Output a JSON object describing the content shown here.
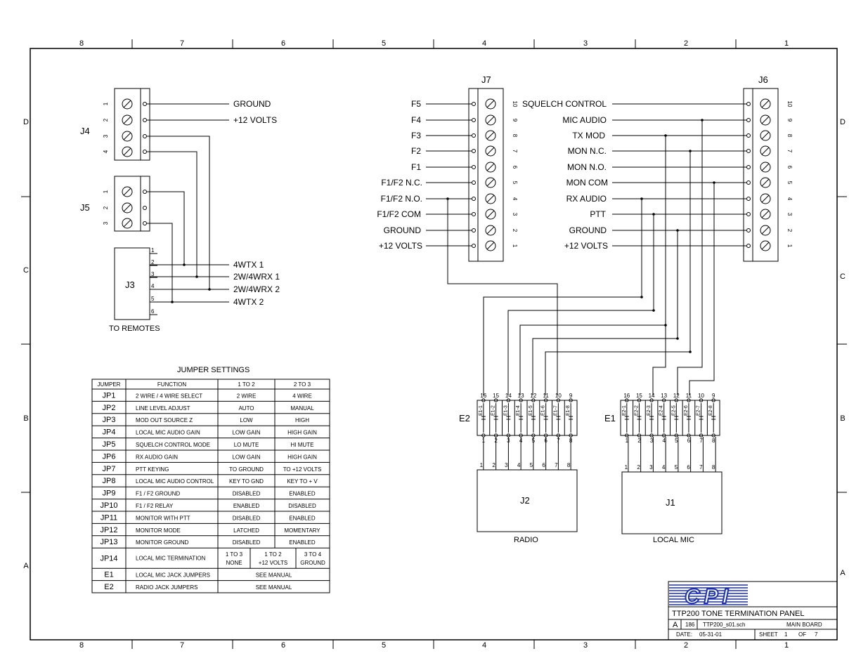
{
  "border": {
    "columns": [
      "8",
      "7",
      "6",
      "5",
      "4",
      "3",
      "2",
      "1"
    ],
    "rows": [
      "D",
      "C",
      "B",
      "A"
    ]
  },
  "j4": {
    "label": "J4",
    "pins": [
      "1",
      "2",
      "3",
      "4"
    ],
    "signals": [
      "GROUND",
      "+12 VOLTS"
    ]
  },
  "j5": {
    "label": "J5",
    "pins": [
      "1",
      "2",
      "3"
    ]
  },
  "j3": {
    "label": "J3",
    "caption": "TO REMOTES",
    "pins": [
      "1",
      "2",
      "3",
      "4",
      "5",
      "6"
    ],
    "signals": [
      "4WTX 1",
      "2W/4WRX 1",
      "2W/4WRX 2",
      "4WTX 2"
    ]
  },
  "j7": {
    "label": "J7",
    "pins": [
      "10",
      "9",
      "8",
      "7",
      "6",
      "5",
      "4",
      "3",
      "2",
      "1"
    ],
    "signals": [
      "F5",
      "F4",
      "F3",
      "F2",
      "F1",
      "F1/F2 N.C.",
      "F1/F2 N.O.",
      "F1/F2 COM",
      "GROUND",
      "+12 VOLTS"
    ]
  },
  "j6": {
    "label": "J6",
    "pins": [
      "10",
      "9",
      "8",
      "7",
      "6",
      "5",
      "4",
      "3",
      "2",
      "1"
    ],
    "signals": [
      "SQUELCH CONTROL",
      "MIC AUDIO",
      "TX MOD",
      "MON N.C.",
      "MON N.O.",
      "MON COM",
      "RX AUDIO",
      "PTT",
      "GROUND",
      "+12 VOLTS"
    ]
  },
  "e2": {
    "label": "E2",
    "top_pins": [
      "16",
      "15",
      "14",
      "13",
      "12",
      "11",
      "10",
      "9"
    ],
    "bottom_pins": [
      "1",
      "2",
      "3",
      "4",
      "5",
      "6",
      "7",
      "8"
    ],
    "jumpers": [
      "E1-1",
      "E1-2",
      "E1-3",
      "E1-4",
      "E1-5",
      "E1-6",
      "E1-7",
      "E1-8"
    ]
  },
  "e1": {
    "label": "E1",
    "top_pins": [
      "16",
      "15",
      "14",
      "13",
      "12",
      "11",
      "10",
      "9"
    ],
    "bottom_pins": [
      "1",
      "2",
      "3",
      "4",
      "5",
      "6",
      "7",
      "8"
    ],
    "jumpers": [
      "E2-1",
      "E2-2",
      "E2-3",
      "E2-4",
      "E2-5",
      "E2-6",
      "E2-7",
      "E2-8"
    ]
  },
  "j2": {
    "label": "J2",
    "caption": "RADIO",
    "pins": [
      "1",
      "2",
      "3",
      "4",
      "5",
      "6",
      "7",
      "8"
    ]
  },
  "j1": {
    "label": "J1",
    "caption": "LOCAL MIC",
    "pins": [
      "1",
      "2",
      "3",
      "4",
      "5",
      "6",
      "7",
      "8"
    ]
  },
  "jumper_table": {
    "title": "JUMPER SETTINGS",
    "headers": [
      "JUMPER",
      "FUNCTION",
      "1 TO 2",
      "2 TO 3"
    ],
    "rows": [
      [
        "JP1",
        "2 WIRE / 4 WIRE SELECT",
        "2 WIRE",
        "4 WIRE"
      ],
      [
        "JP2",
        "LINE LEVEL ADJUST",
        "AUTO",
        "MANUAL"
      ],
      [
        "JP3",
        "MOD OUT SOURCE Z",
        "LOW",
        "HIGH"
      ],
      [
        "JP4",
        "LOCAL MIC AUDIO GAIN",
        "LOW GAIN",
        "HIGH GAIN"
      ],
      [
        "JP5",
        "SQUELCH CONTROL MODE",
        "LO MUTE",
        "HI MUTE"
      ],
      [
        "JP6",
        "RX AUDIO GAIN",
        "LOW GAIN",
        "HIGH GAIN"
      ],
      [
        "JP7",
        "PTT KEYING",
        "TO GROUND",
        "TO +12 VOLTS"
      ],
      [
        "JP8",
        "LOCAL MIC AUDIO CONTROL",
        "KEY TO GND",
        "KEY TO + V"
      ],
      [
        "JP9",
        "F1 / F2 GROUND",
        "DISABLED",
        "ENABLED"
      ],
      [
        "JP10",
        "F1 / F2 RELAY",
        "ENABLED",
        "DISABLED"
      ],
      [
        "JP11",
        "MONITOR WITH PTT",
        "DISABLED",
        "ENABLED"
      ],
      [
        "JP12",
        "MONITOR MODE",
        "LATCHED",
        "MOMENTARY"
      ],
      [
        "JP13",
        "MONITOR GROUND",
        "DISABLED",
        "ENABLED"
      ]
    ],
    "jp14": {
      "jumper": "JP14",
      "function": "LOCAL MIC TERMINATION",
      "options": [
        [
          "1 TO 3",
          "NONE"
        ],
        [
          "1 TO 2",
          "+12 VOLTS"
        ],
        [
          "3 TO 4",
          "GROUND"
        ]
      ]
    },
    "manual_rows": [
      [
        "E1",
        "LOCAL MIC JACK JUMPERS",
        "SEE MANUAL"
      ],
      [
        "E2",
        "RADIO JACK JUMPERS",
        "SEE MANUAL"
      ]
    ]
  },
  "title_block": {
    "logo": "CPI",
    "title": "TTP200 TONE TERMINATION PANEL",
    "size": "A",
    "code": "186",
    "file": "TTP200_s01.sch",
    "board": "MAIN BOARD",
    "date_label": "DATE:",
    "date": "05-31-01",
    "sheet_label": "SHEET",
    "sheet": "1",
    "of_label": "OF",
    "of": "7"
  }
}
